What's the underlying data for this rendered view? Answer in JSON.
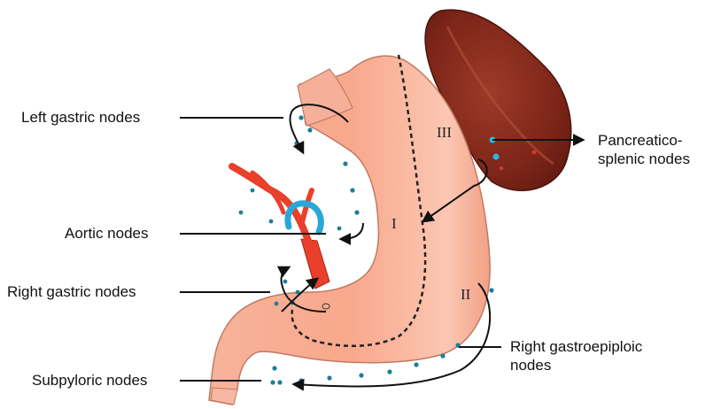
{
  "labels": {
    "left_gastric": "Left gastric nodes",
    "aortic": "Aortic nodes",
    "right_gastric": "Right gastric nodes",
    "subpyloric": "Subpyloric nodes",
    "pancreatico_line1": "Pancreatico-",
    "pancreatico_line2": "splenic nodes",
    "gastroepiploic_line1": "Right gastroepiploic",
    "gastroepiploic_line2": "nodes"
  },
  "zones": {
    "zone1": "I",
    "zone2": "II",
    "zone3": "III"
  },
  "colors": {
    "stomach_fill": "#f4a58c",
    "stomach_outline": "#b86a55",
    "spleen_fill": "#8c2e20",
    "artery_red": "#e8402a",
    "vein_blue": "#29a8d8",
    "node_teal": "#1b7f98",
    "arrow": "#111111"
  }
}
